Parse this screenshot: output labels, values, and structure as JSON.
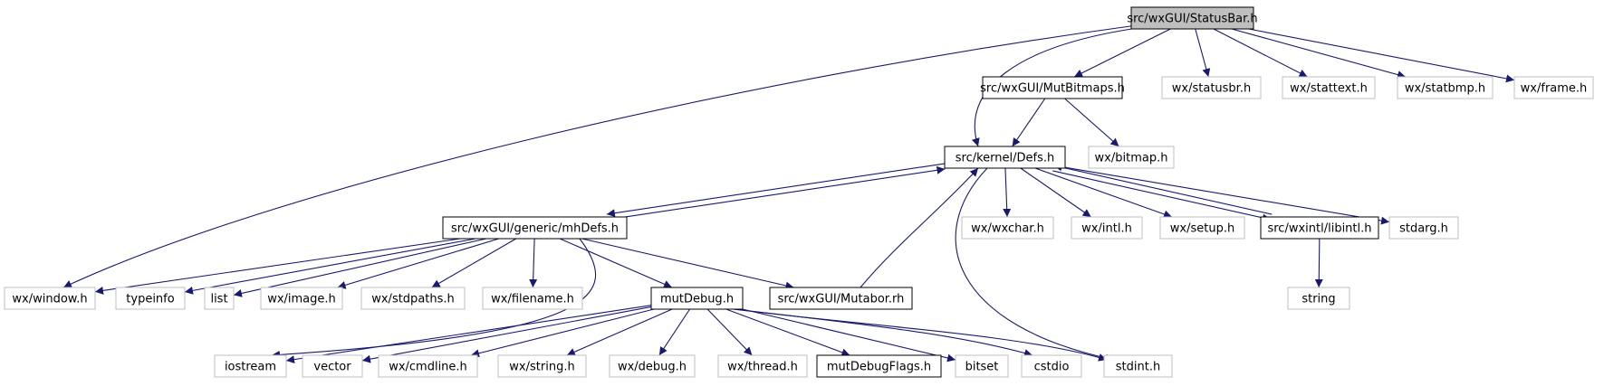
{
  "graph": {
    "node_colors": {
      "root_fill": "#bfbfbf",
      "strong_border": "#000000",
      "weak_border": "#bfbfbf",
      "text": "#000000",
      "edge": "#191970"
    },
    "nodes": [
      {
        "id": "statusbar",
        "label": "src/wxGUI/StatusBar.h",
        "style": "root"
      },
      {
        "id": "mutbitmaps",
        "label": "src/wxGUI/MutBitmaps.h",
        "style": "strong"
      },
      {
        "id": "wxstatusbr",
        "label": "wx/statusbr.h",
        "style": "weak"
      },
      {
        "id": "wxstattext",
        "label": "wx/stattext.h",
        "style": "weak"
      },
      {
        "id": "wxstatbmp",
        "label": "wx/statbmp.h",
        "style": "weak"
      },
      {
        "id": "wxframe",
        "label": "wx/frame.h",
        "style": "weak"
      },
      {
        "id": "defs",
        "label": "src/kernel/Defs.h",
        "style": "strong"
      },
      {
        "id": "wxbitmap",
        "label": "wx/bitmap.h",
        "style": "weak"
      },
      {
        "id": "mhdefs",
        "label": "src/wxGUI/generic/mhDefs.h",
        "style": "strong"
      },
      {
        "id": "wxwxchar",
        "label": "wx/wxchar.h",
        "style": "weak"
      },
      {
        "id": "wxintl",
        "label": "wx/intl.h",
        "style": "weak"
      },
      {
        "id": "wxsetup",
        "label": "wx/setup.h",
        "style": "weak"
      },
      {
        "id": "libintl",
        "label": "src/wxintl/libintl.h",
        "style": "strong"
      },
      {
        "id": "stdarg",
        "label": "stdarg.h",
        "style": "weak"
      },
      {
        "id": "wxwindow",
        "label": "wx/window.h",
        "style": "weak"
      },
      {
        "id": "typeinfo",
        "label": "typeinfo",
        "style": "weak"
      },
      {
        "id": "list",
        "label": "list",
        "style": "weak"
      },
      {
        "id": "wximage",
        "label": "wx/image.h",
        "style": "weak"
      },
      {
        "id": "wxstdpaths",
        "label": "wx/stdpaths.h",
        "style": "weak"
      },
      {
        "id": "wxfilename",
        "label": "wx/filename.h",
        "style": "weak"
      },
      {
        "id": "mutdebug",
        "label": "mutDebug.h",
        "style": "strong"
      },
      {
        "id": "mutaborrh",
        "label": "src/wxGUI/Mutabor.rh",
        "style": "strong"
      },
      {
        "id": "string",
        "label": "string",
        "style": "weak"
      },
      {
        "id": "iostream",
        "label": "iostream",
        "style": "weak"
      },
      {
        "id": "vector",
        "label": "vector",
        "style": "weak"
      },
      {
        "id": "wxcmdline",
        "label": "wx/cmdline.h",
        "style": "weak"
      },
      {
        "id": "wxstring",
        "label": "wx/string.h",
        "style": "weak"
      },
      {
        "id": "wxdebug",
        "label": "wx/debug.h",
        "style": "weak"
      },
      {
        "id": "wxthread",
        "label": "wx/thread.h",
        "style": "weak"
      },
      {
        "id": "mutdebugflags",
        "label": "mutDebugFlags.h",
        "style": "strong"
      },
      {
        "id": "bitset",
        "label": "bitset",
        "style": "weak"
      },
      {
        "id": "cstdio",
        "label": "cstdio",
        "style": "weak"
      },
      {
        "id": "stdint",
        "label": "stdint.h",
        "style": "weak"
      }
    ],
    "edges": [
      {
        "from": "statusbar",
        "to": "mutbitmaps"
      },
      {
        "from": "statusbar",
        "to": "wxstatusbr"
      },
      {
        "from": "statusbar",
        "to": "wxstattext"
      },
      {
        "from": "statusbar",
        "to": "wxstatbmp"
      },
      {
        "from": "statusbar",
        "to": "wxframe"
      },
      {
        "from": "statusbar",
        "to": "defs"
      },
      {
        "from": "statusbar",
        "to": "wxwindow"
      },
      {
        "from": "mutbitmaps",
        "to": "defs"
      },
      {
        "from": "mutbitmaps",
        "to": "wxbitmap"
      },
      {
        "from": "defs",
        "to": "mhdefs"
      },
      {
        "from": "defs",
        "to": "wxwxchar"
      },
      {
        "from": "defs",
        "to": "wxintl"
      },
      {
        "from": "defs",
        "to": "wxsetup"
      },
      {
        "from": "defs",
        "to": "libintl"
      },
      {
        "from": "defs",
        "to": "stdarg"
      },
      {
        "from": "defs",
        "to": "stdint"
      },
      {
        "from": "mhdefs",
        "to": "defs"
      },
      {
        "from": "libintl",
        "to": "defs"
      },
      {
        "from": "mutaborrh",
        "to": "defs"
      },
      {
        "from": "libintl",
        "to": "string"
      },
      {
        "from": "mhdefs",
        "to": "wxwindow"
      },
      {
        "from": "mhdefs",
        "to": "typeinfo"
      },
      {
        "from": "mhdefs",
        "to": "list"
      },
      {
        "from": "mhdefs",
        "to": "wximage"
      },
      {
        "from": "mhdefs",
        "to": "wxstdpaths"
      },
      {
        "from": "mhdefs",
        "to": "wxfilename"
      },
      {
        "from": "mhdefs",
        "to": "mutdebug"
      },
      {
        "from": "mhdefs",
        "to": "mutaborrh"
      },
      {
        "from": "mhdefs",
        "to": "iostream"
      },
      {
        "from": "mutdebug",
        "to": "iostream"
      },
      {
        "from": "mutdebug",
        "to": "vector"
      },
      {
        "from": "mutdebug",
        "to": "wxcmdline"
      },
      {
        "from": "mutdebug",
        "to": "wxstring"
      },
      {
        "from": "mutdebug",
        "to": "wxdebug"
      },
      {
        "from": "mutdebug",
        "to": "wxthread"
      },
      {
        "from": "mutdebug",
        "to": "mutdebugflags"
      },
      {
        "from": "mutdebug",
        "to": "bitset"
      },
      {
        "from": "mutdebug",
        "to": "cstdio"
      },
      {
        "from": "mutdebug",
        "to": "stdint"
      }
    ]
  }
}
